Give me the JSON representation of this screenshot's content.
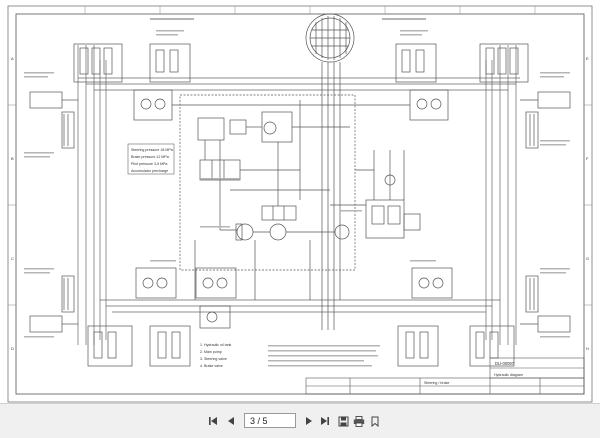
{
  "viewer": {
    "page_indicator": "3 / 5",
    "icons": {
      "first_page": "skip-to-start-icon",
      "prev_page": "previous-page-icon",
      "next_page": "next-page-icon",
      "last_page": "skip-to-end-icon",
      "save": "save-icon",
      "print": "print-icon",
      "bookmark": "bookmark-icon"
    },
    "colors": {
      "toolbar_bg": "#f0f0f0",
      "line": "#555555",
      "page_bg": "#ffffff"
    }
  },
  "sheet": {
    "border_letters": [
      "A",
      "B",
      "C",
      "D",
      "E",
      "F",
      "G",
      "H"
    ],
    "title_block": {
      "code": "DU-00097",
      "line_1": "Hydraulic diagram",
      "line_2": "Steering / brake"
    },
    "notes": [
      "Steering pressure 18 MPa",
      "Brake pressure 12 MPa",
      "Pilot pressure 3,5 MPa",
      "Accumulator precharge"
    ],
    "lower_text": [
      "1. Hydraulic oil tank",
      "2. Main pump",
      "3. Steering valve",
      "4. Brake valve"
    ]
  }
}
